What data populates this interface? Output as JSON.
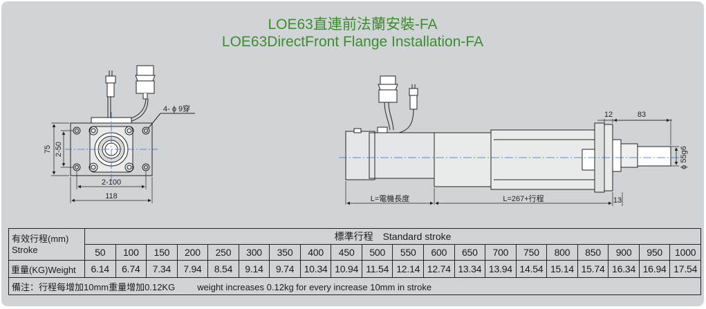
{
  "title": {
    "zh": "LOE63直連前法蘭安裝-FA",
    "en": "LOE63DirectFront Flange Installation-FA"
  },
  "drawing": {
    "front_view": {
      "hole_note": "4- ϕ 9穿",
      "dim_height": "75",
      "dim_hole_pitch_v": "2-50",
      "dim_hole_pitch_h": "2-100",
      "dim_width": "118"
    },
    "side_view": {
      "dim_top_flange": "12",
      "dim_shaft_len": "83",
      "dim_shaft_dia": "ϕ 55g6",
      "dim_motor_len": "L=電機長度",
      "dim_body_len": "L=267+行程",
      "dim_plate": "13"
    }
  },
  "table": {
    "header_label_zh": "有效行程(mm)",
    "header_label_en": "Stroke",
    "standard_stroke_zh": "標準行程",
    "standard_stroke_en": "Standard stroke",
    "strokes": [
      "50",
      "100",
      "150",
      "200",
      "250",
      "300",
      "350",
      "400",
      "450",
      "500",
      "550",
      "600",
      "650",
      "700",
      "750",
      "800",
      "850",
      "900",
      "950",
      "1000"
    ],
    "weight_label": "重量(KG)Weight",
    "weights": [
      "6.14",
      "6.74",
      "7.34",
      "7.94",
      "8.54",
      "9.14",
      "9.74",
      "10.34",
      "10.94",
      "11.54",
      "12.14",
      "12.74",
      "13.34",
      "13.94",
      "14.54",
      "15.14",
      "15.74",
      "16.34",
      "16.94",
      "17.54"
    ],
    "note_zh": "備注：行程每增加10mm重量增加0.12KG",
    "note_en": "weight increases 0.12kg for every increase 10mm in stroke"
  },
  "colors": {
    "background": "#d1d4d6",
    "title_green": "#3d8c2e",
    "line": "#222222",
    "centerline": "#3a63c7"
  }
}
